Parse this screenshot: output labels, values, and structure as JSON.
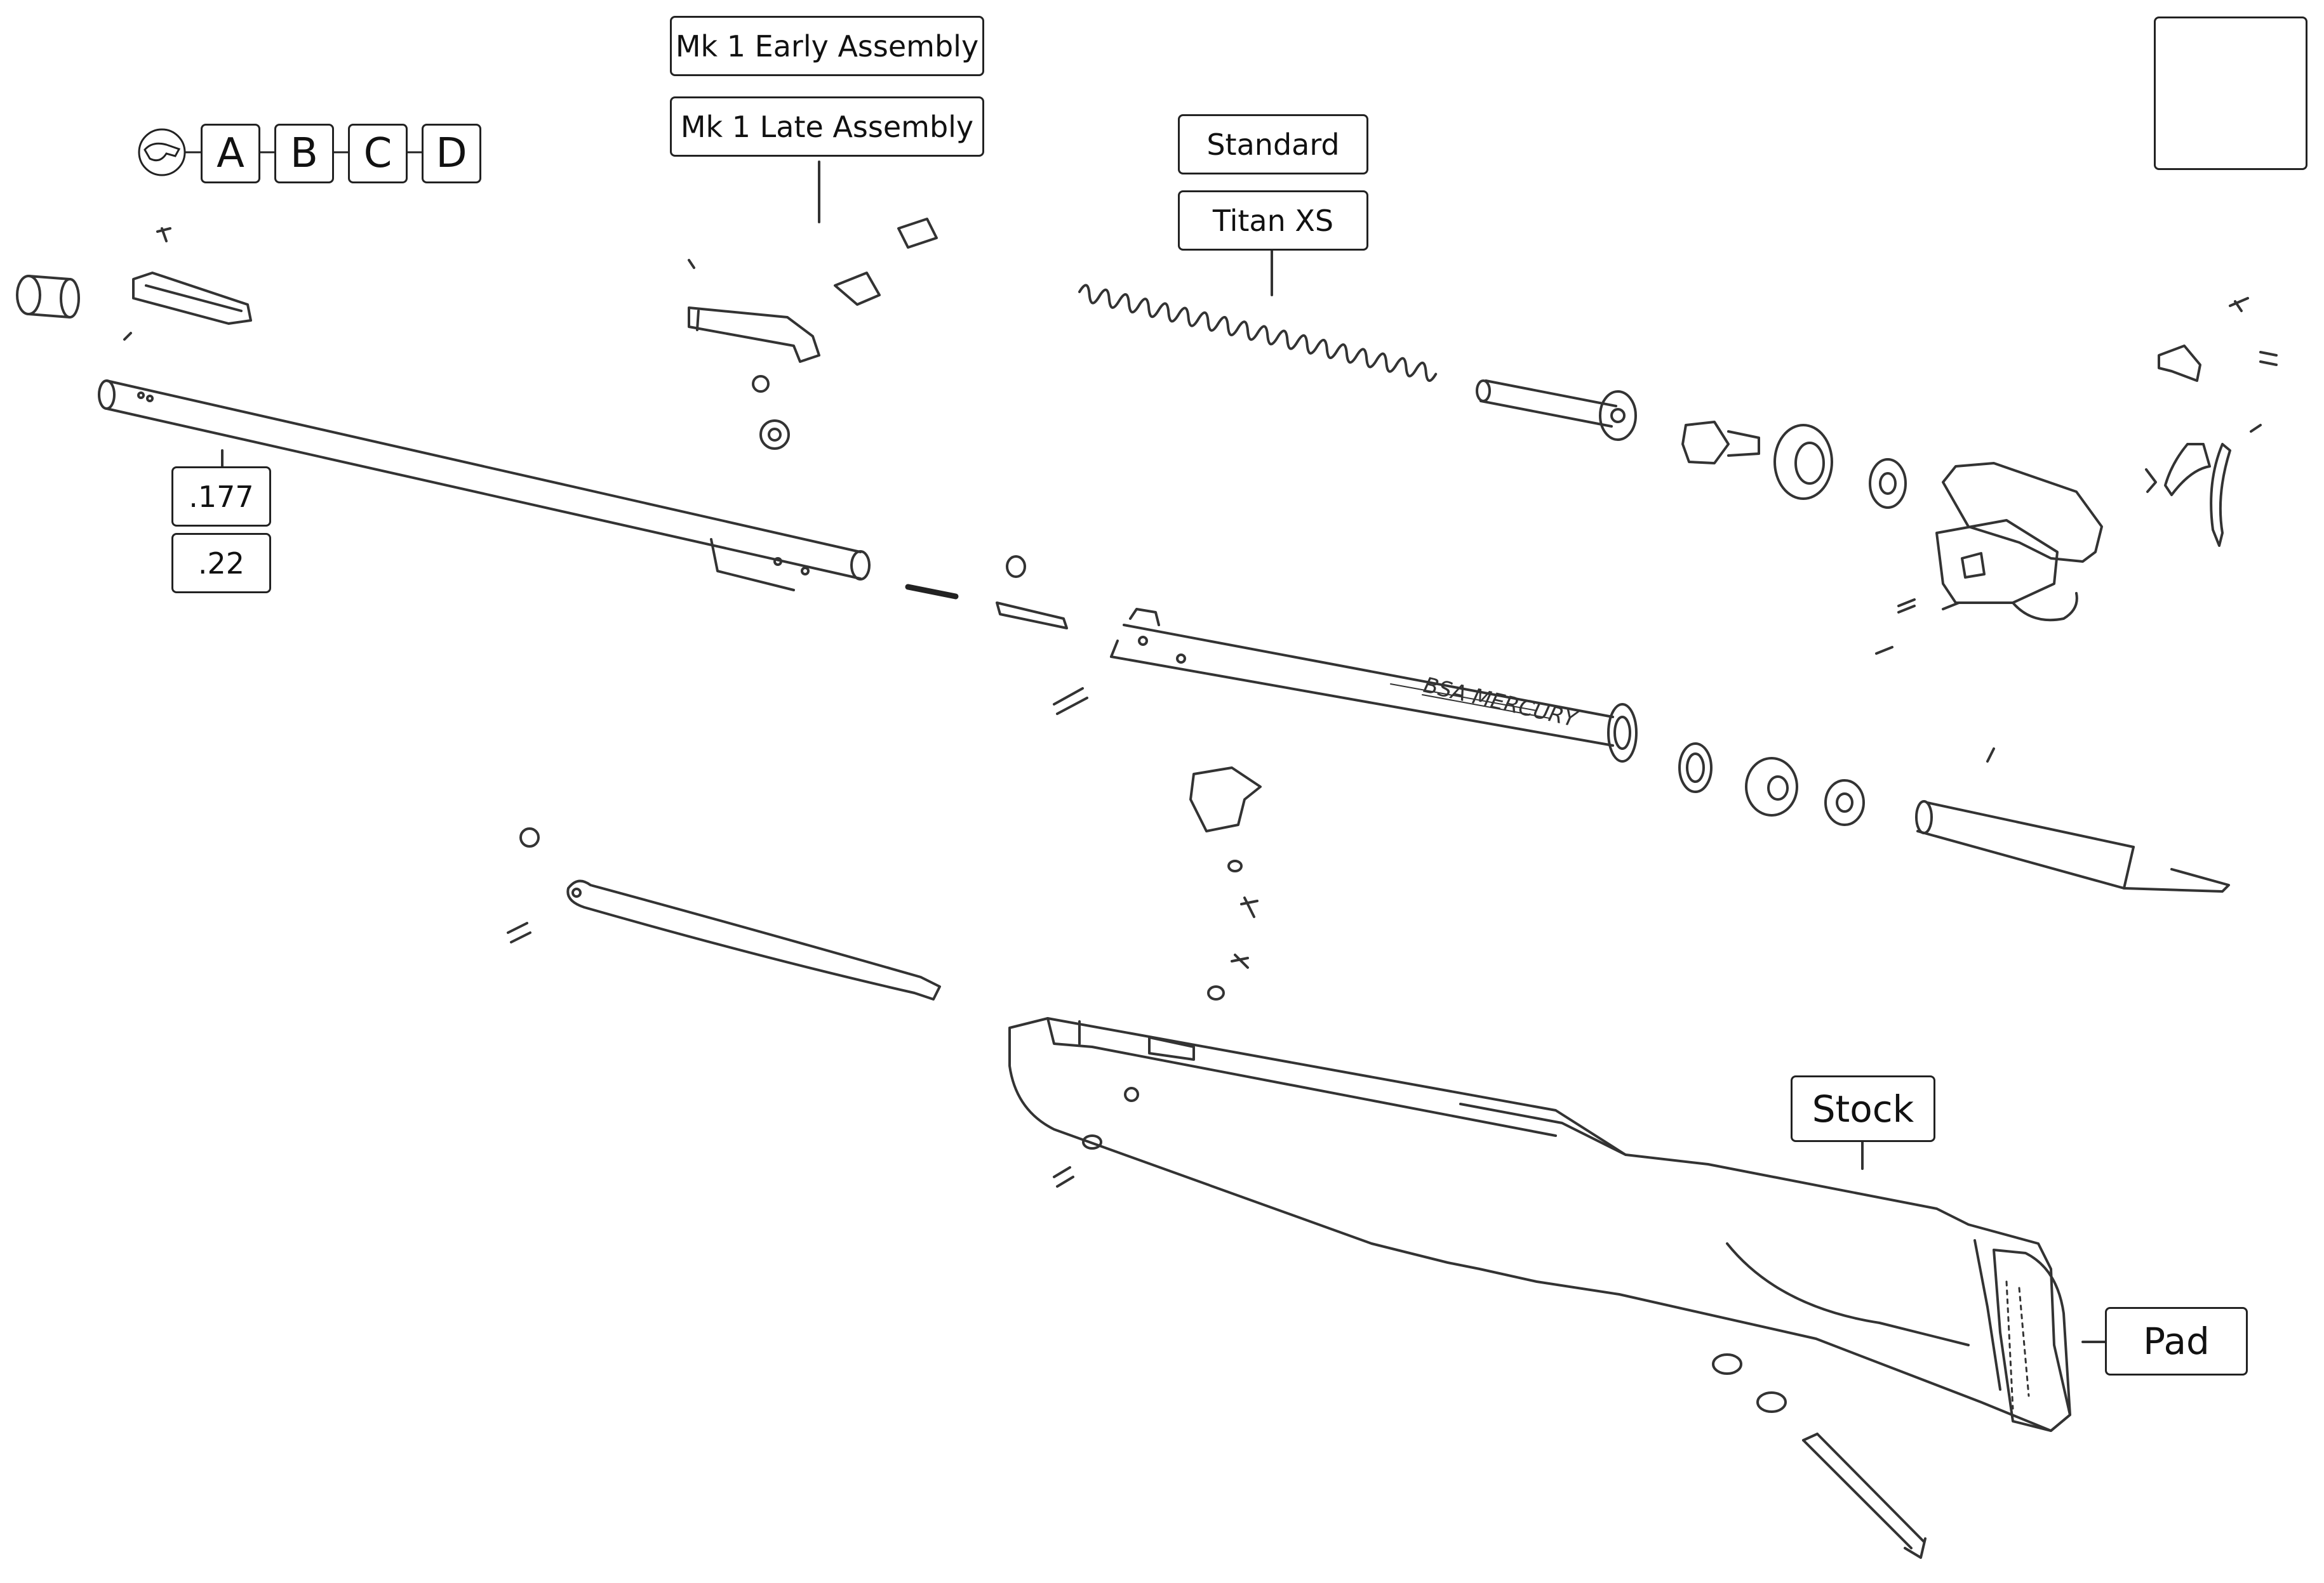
{
  "variant_selector": {
    "icon": "trigger-guard-icon",
    "options": [
      "A",
      "B",
      "C",
      "D"
    ]
  },
  "assembly_labels": [
    "Mk 1 Early Assembly",
    "Mk 1 Late Assembly"
  ],
  "spring_labels": [
    "Standard",
    "Titan XS"
  ],
  "caliber_labels": [
    ".177",
    ".22"
  ],
  "stock_label": "Stock",
  "pad_label": "Pad",
  "barrel_text": "BSA MERCURY",
  "gesture_icon": "pinch-zoom-gesture-icon"
}
